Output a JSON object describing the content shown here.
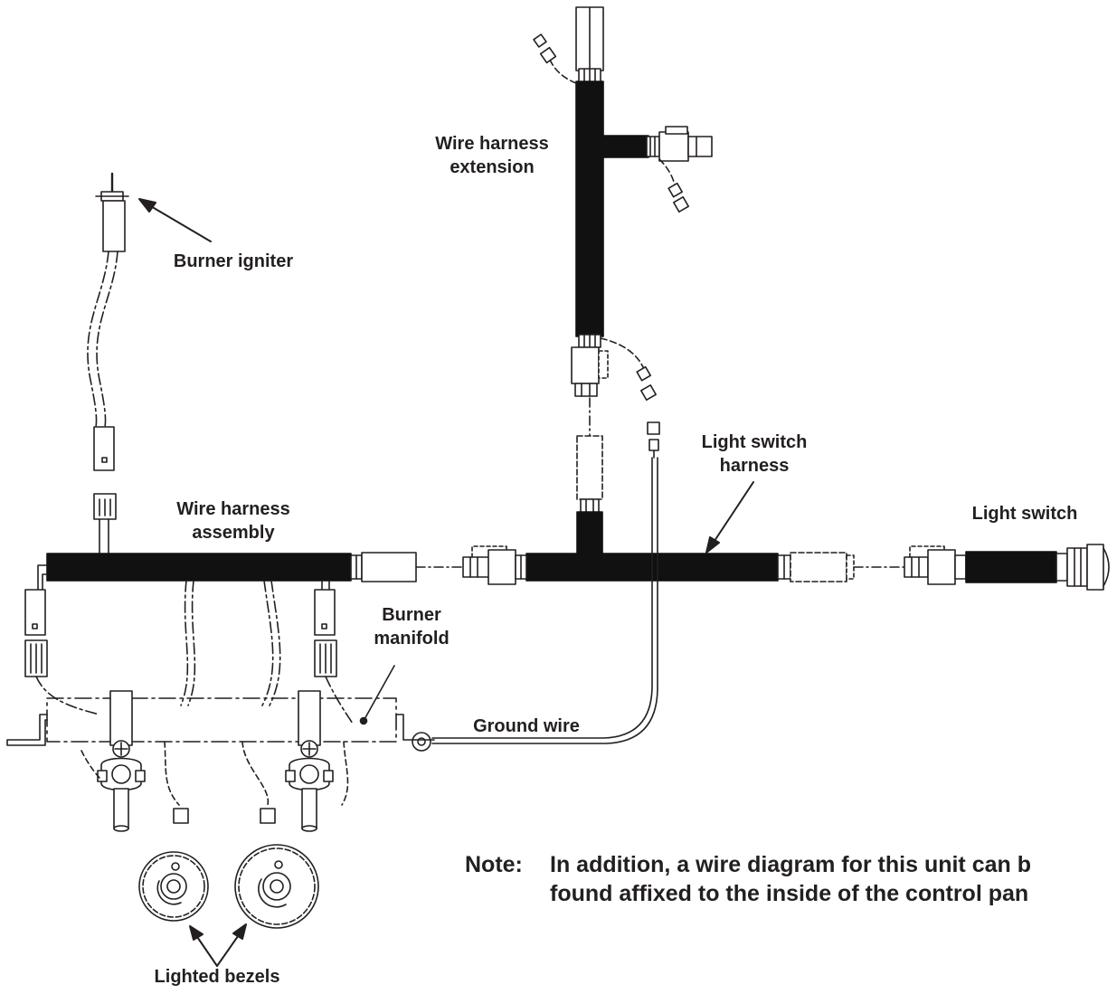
{
  "labels": {
    "wire_harness_extension": [
      "Wire harness",
      "extension"
    ],
    "burner_igniter": "Burner igniter",
    "light_switch_harness": [
      "Light switch",
      "harness"
    ],
    "wire_harness_assembly": [
      "Wire harness",
      "assembly"
    ],
    "light_switch": "Light switch",
    "burner_manifold": [
      "Burner",
      "manifold"
    ],
    "ground_wire": "Ground wire",
    "lighted_bezels": "Lighted bezels"
  },
  "note": {
    "prefix": "Note:",
    "line1": "In addition, a wire diagram for this unit can b",
    "line2": "found affixed to the inside of the control pan"
  },
  "colors": {
    "ink": "#231f20",
    "background": "#ffffff"
  }
}
